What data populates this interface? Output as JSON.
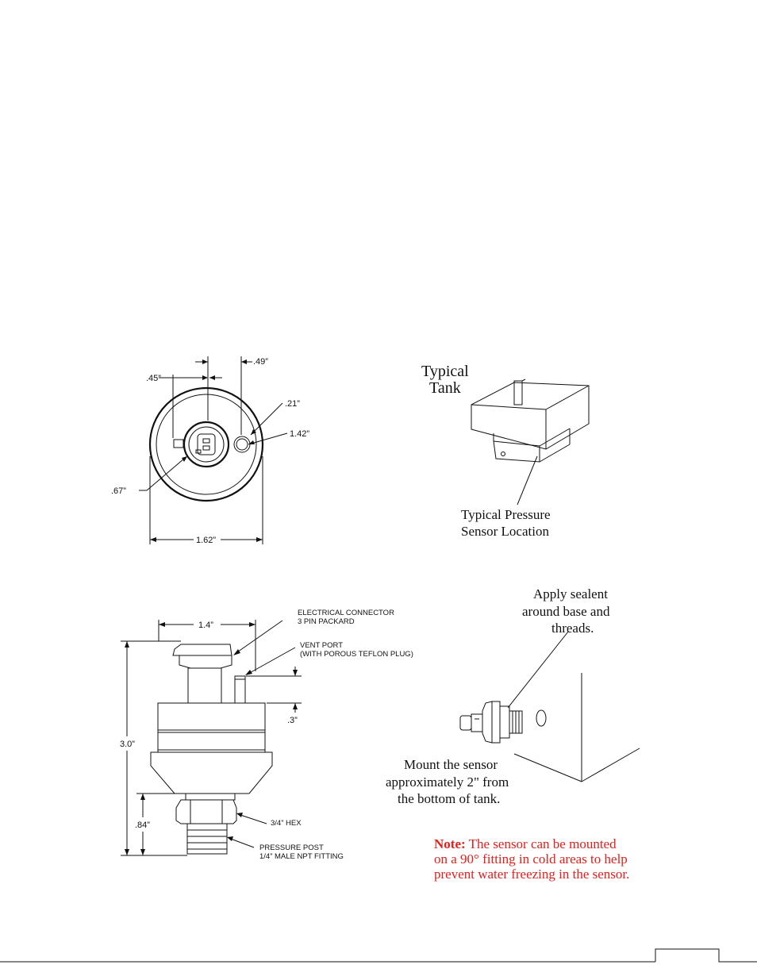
{
  "top_view": {
    "dim_045": ".45”",
    "dim_049": ".49”",
    "dim_021": ".21”",
    "dim_142": "1.42”",
    "dim_067": ".67”",
    "dim_162": "1.62”"
  },
  "side_view": {
    "dim_14": "1.4”",
    "dim_30": "3.0”",
    "dim_03": ".3”",
    "dim_084": ".84”",
    "electrical_connector_line1": "ELECTRICAL CONNECTOR",
    "electrical_connector_line2": "3 PIN PACKARD",
    "vent_port_line1": "VENT PORT",
    "vent_port_line2": "(WITH POROUS TEFLON PLUG)",
    "hex_label": "3/4” HEX",
    "pressure_post_line1": "PRESSURE POST",
    "pressure_post_line2": "1/4” MALE NPT FITTING"
  },
  "tank": {
    "title_line1": "Typical",
    "title_line2": "Tank",
    "location_line1": "Typical Pressure",
    "location_line2": "Sensor Location"
  },
  "mounting": {
    "sealant_line1": "Apply sealent",
    "sealant_line2": "around base and",
    "sealant_line3": "threads.",
    "mount_line1": "Mount the sensor",
    "mount_line2": "approximately 2\" from",
    "mount_line3": "the bottom of tank."
  },
  "note": {
    "label": "Note:",
    "line1_rest": " The sensor can be mounted",
    "line2": "on a 90° fitting in cold areas to help",
    "line3": "prevent water freezing in the sensor."
  },
  "colors": {
    "note_red": "#e3201b",
    "ink": "#111111"
  }
}
